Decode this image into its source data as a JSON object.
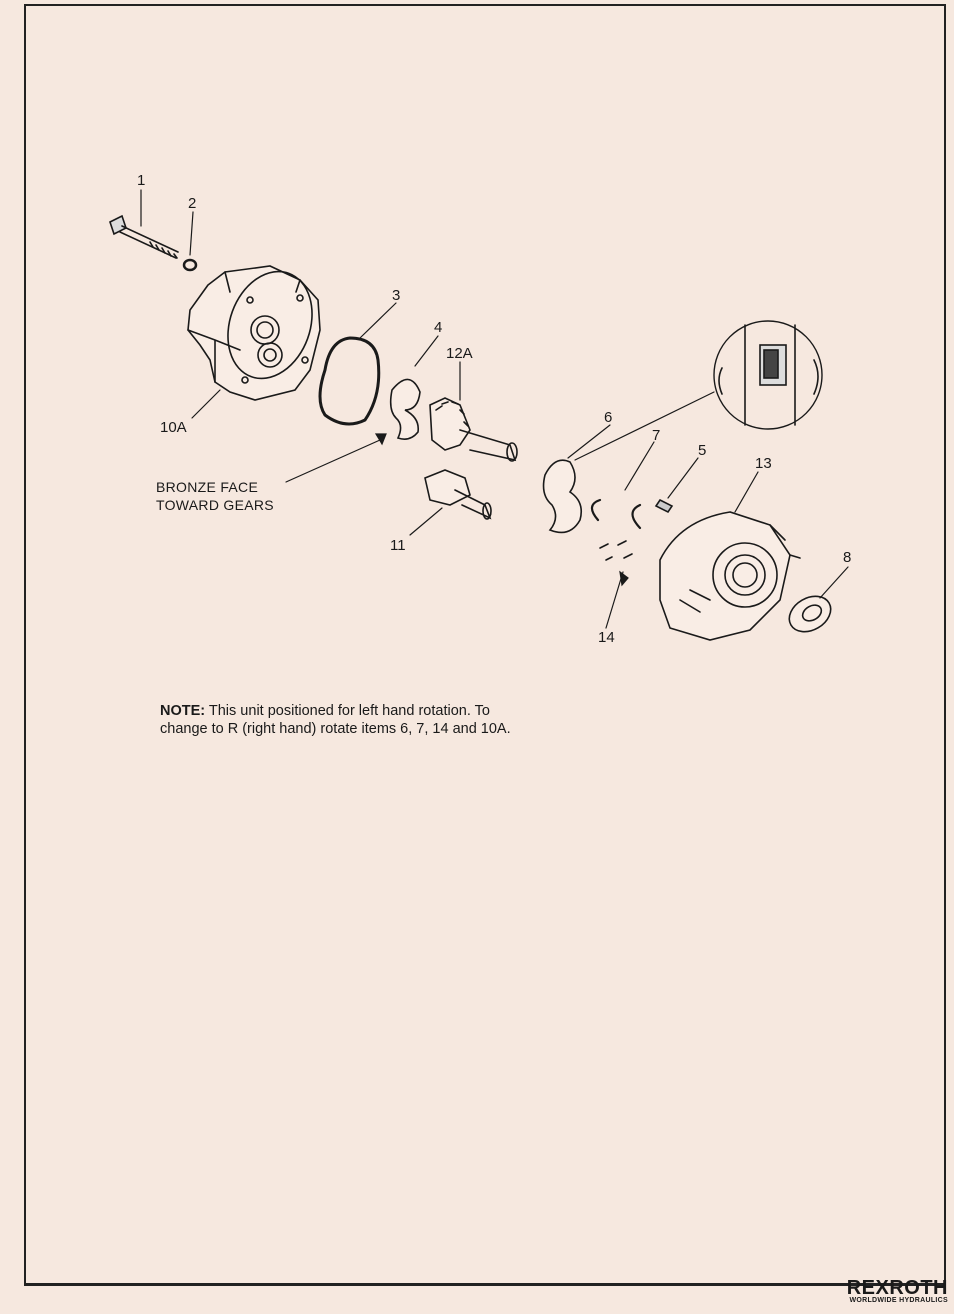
{
  "callouts": {
    "c1": "1",
    "c2": "2",
    "c3": "3",
    "c4": "4",
    "c12a": "12A",
    "c10a": "10A",
    "c6": "6",
    "c7": "7",
    "c5": "5",
    "c13": "13",
    "c8": "8",
    "c11": "11",
    "c14": "14"
  },
  "bronze_label": {
    "line1": "BRONZE FACE",
    "line2": "TOWARD GEARS"
  },
  "note": {
    "prefix": "NOTE:",
    "text": "This unit positioned for left hand rotation. To change to R (right hand) rotate items 6, 7, 14 and 10A."
  },
  "brand": {
    "name": "REXROTH",
    "tagline": "WORLDWIDE HYDRAULICS"
  }
}
